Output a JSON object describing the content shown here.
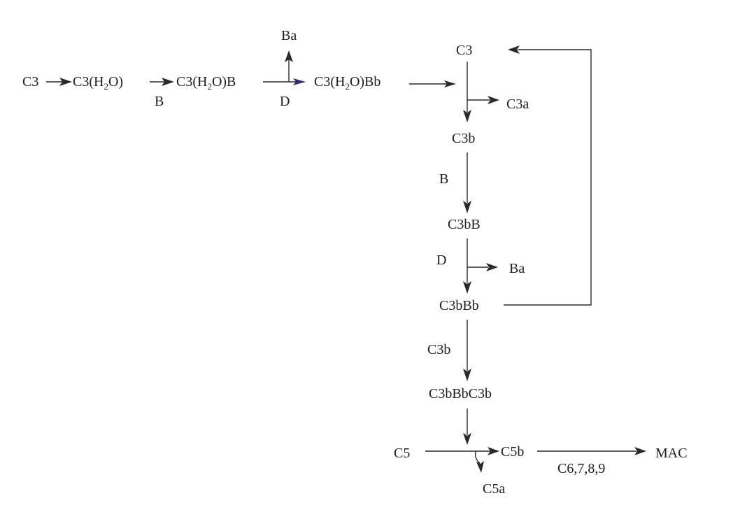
{
  "nodes": {
    "c3_start": "C3",
    "c3_h2o": {
      "pre": "C3(H",
      "sub": "2",
      "post": "O)"
    },
    "c3_h2o_b": {
      "pre": "C3(H",
      "sub": "2",
      "post": "O)B"
    },
    "c3_h2o_bb": {
      "pre": "C3(H",
      "sub": "2",
      "post": "O)Bb"
    },
    "ba_top": "Ba",
    "c3_top": "C3",
    "c3a": "C3a",
    "c3b": "C3b",
    "c3bB": "C3bB",
    "ba_mid": "Ba",
    "c3bBb": "C3bBb",
    "c3bBbC3b": "C3bBbC3b",
    "c5": "C5",
    "c5b": "C5b",
    "c5a": "C5a",
    "mac": "MAC"
  },
  "labels": {
    "b_under_first": "B",
    "d_under_second": "D",
    "b_vertical": "B",
    "d_vertical": "D",
    "c3b_vertical": "C3b",
    "c6789": "C6,7,8,9"
  }
}
